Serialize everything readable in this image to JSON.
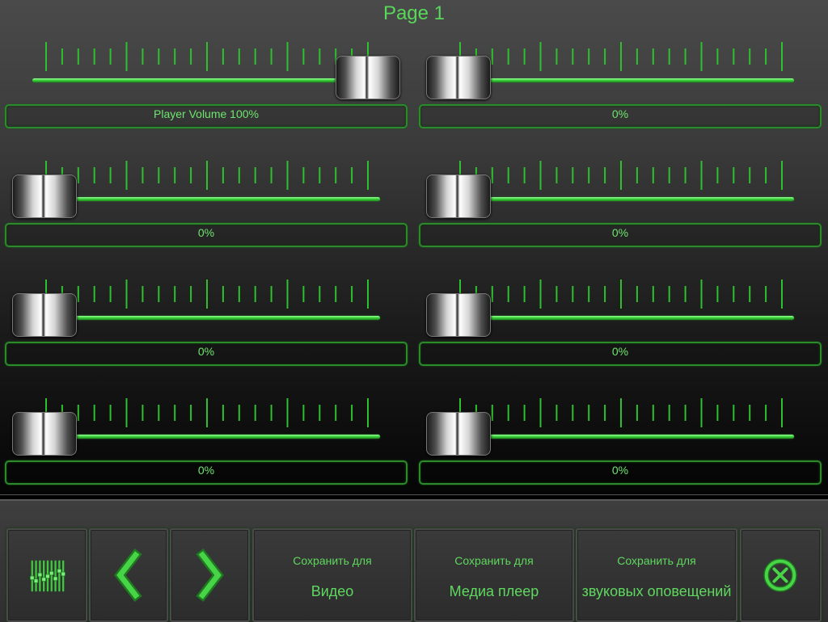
{
  "page": {
    "title": "Page 1"
  },
  "sliders": [
    {
      "label": "Player Volume 100%",
      "value_percent": 100
    },
    {
      "label": "0%",
      "value_percent": 0
    },
    {
      "label": "0%",
      "value_percent": 0
    },
    {
      "label": "0%",
      "value_percent": 0
    },
    {
      "label": "0%",
      "value_percent": 0
    },
    {
      "label": "0%",
      "value_percent": 0
    },
    {
      "label": "0%",
      "value_percent": 0
    },
    {
      "label": "0%",
      "value_percent": 0
    }
  ],
  "toolbar": {
    "mixer_icon": "equalizer-icon",
    "prev_icon": "chevron-left-icon",
    "next_icon": "chevron-right-icon",
    "save_video": {
      "line1": "Сохранить для",
      "line2": "Видео"
    },
    "save_media": {
      "line1": "Сохранить для",
      "line2": "Медиа плеер"
    },
    "save_alerts": {
      "line1": "Сохранить для",
      "line2": "звуковых оповещений"
    },
    "close_icon": "close-circle-icon"
  },
  "colors": {
    "accent_green": "#58d858",
    "track_green": "#3fd63f",
    "border_green": "#2c8a2c"
  }
}
